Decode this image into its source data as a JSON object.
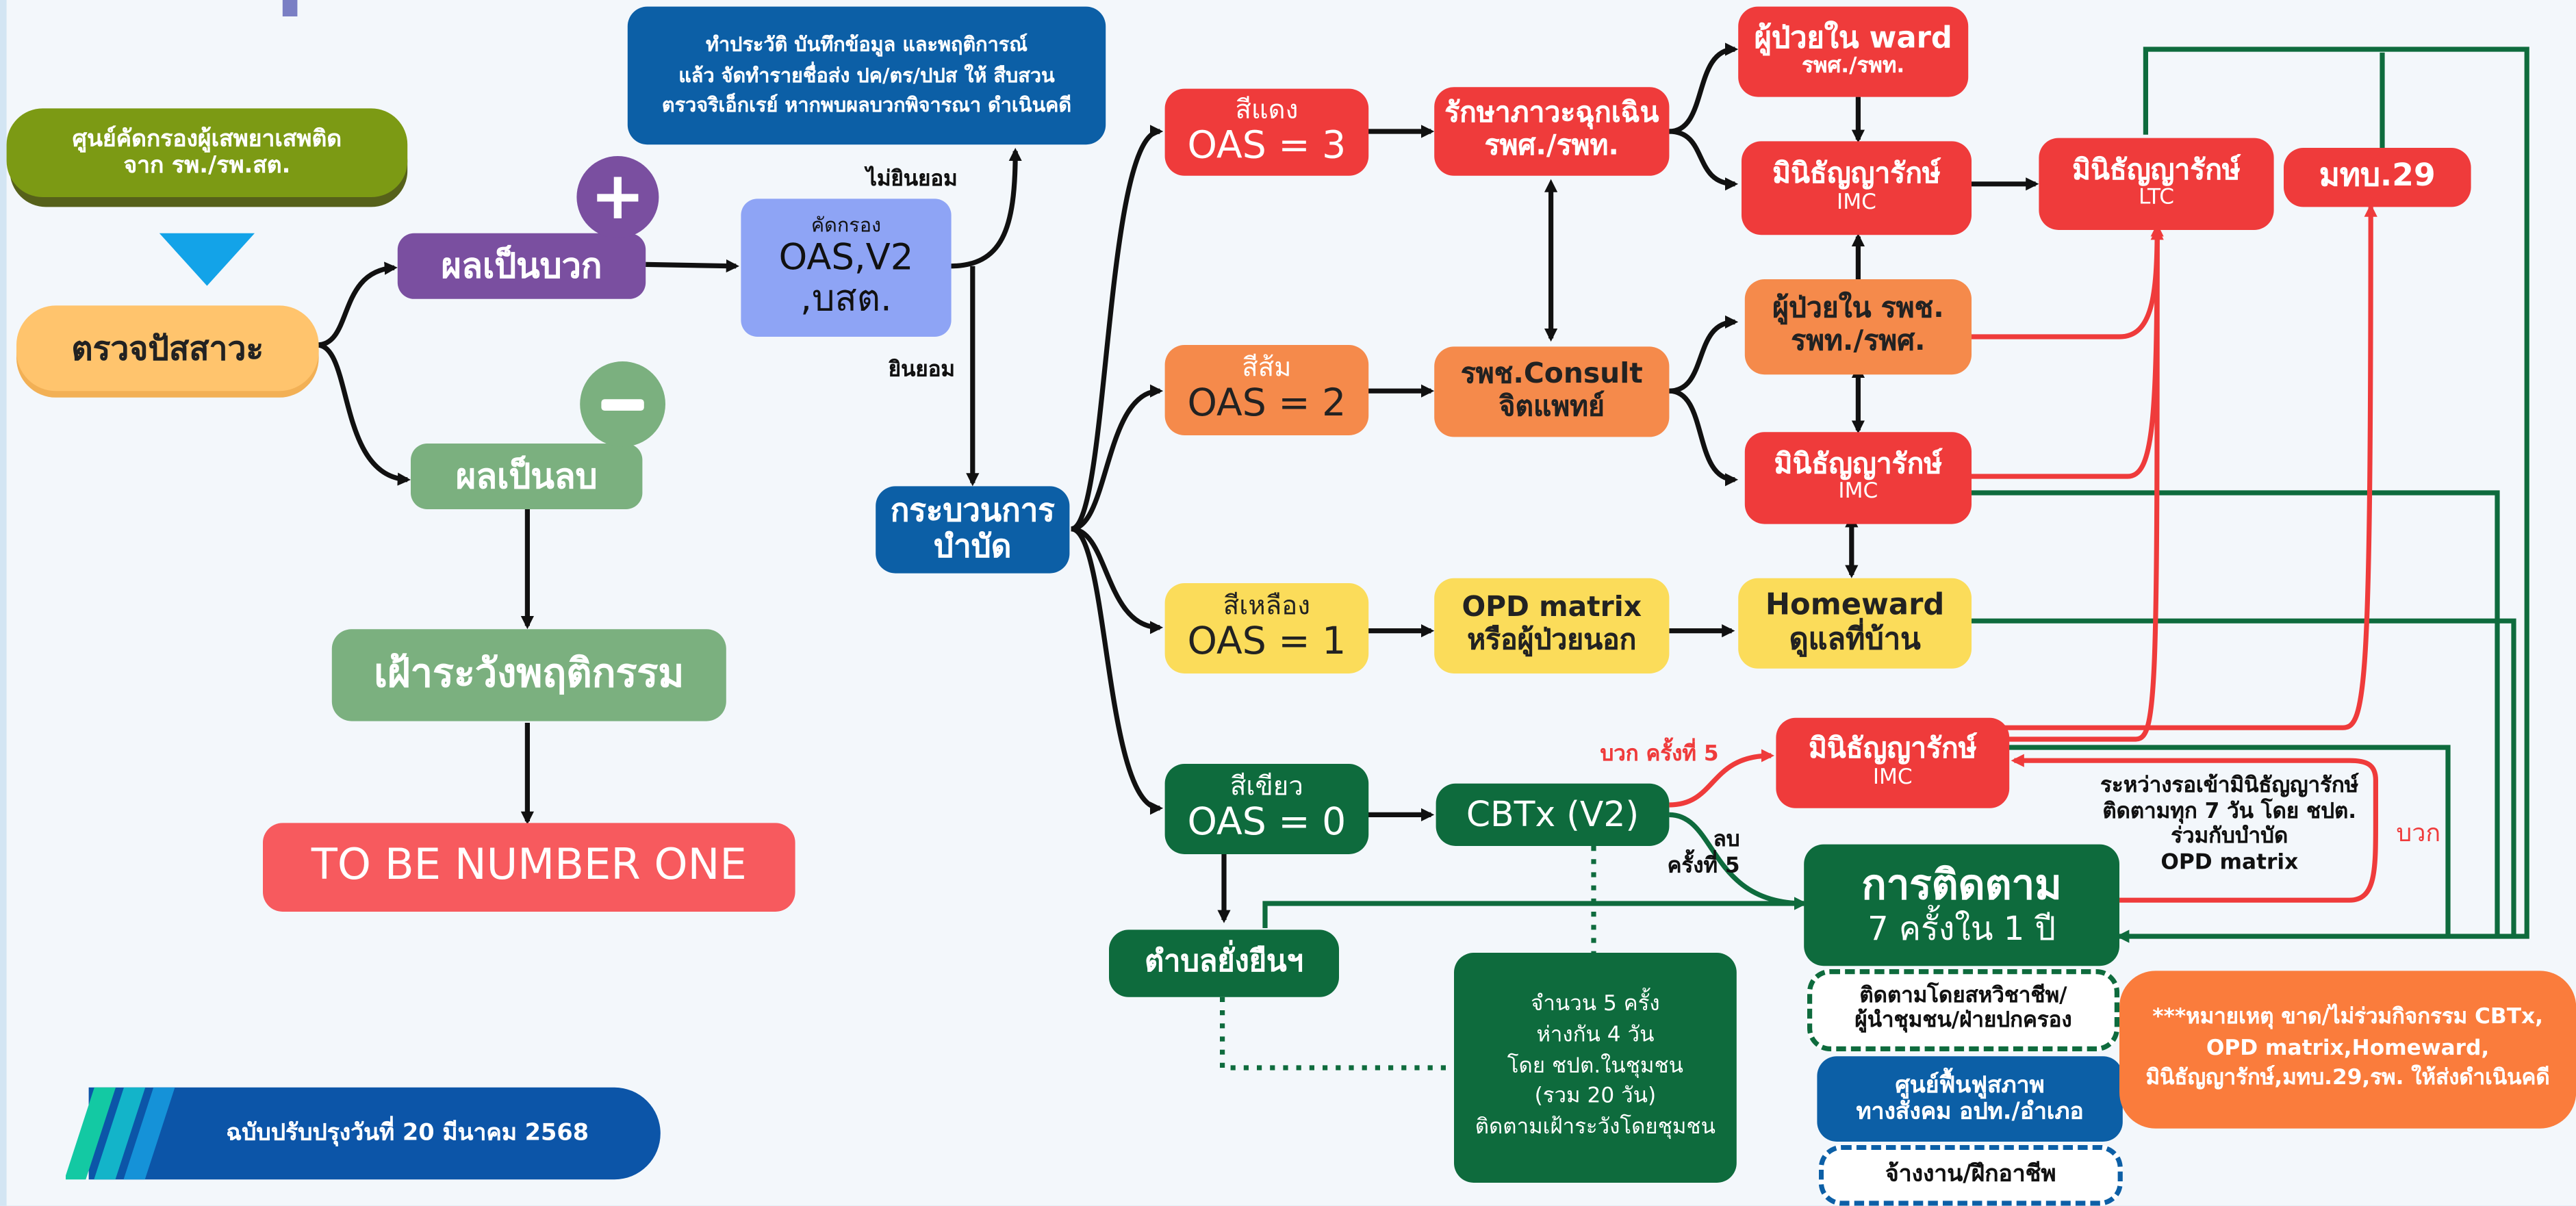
{
  "screening_center": "ศูนย์คัดกรองผู้เสพยาเสพติด\nจาก รพ./รพ.สต.",
  "urine_test": "ตรวจปัสสาวะ",
  "positive": "ผลเป็นบวก",
  "negative": "ผลเป็นลบ",
  "watch_behavior": "เฝ้าระวังพฤติกรรม",
  "to_be_number_one": "TO BE NUMBER ONE",
  "history_note": "ทำประวัติ บันทึกข้อมูล และพฤติการณ์\nแล้ว จัดทำรายชื่อส่ง ปค/ตร/ปปส ให้ สืบสวน\nตรวจริเอ็กเรย์ หากพบผลบวกพิจารณา ดำเนินคดี",
  "screen_small": "คัดกรอง",
  "screen_main": "OAS,V2\n,บสต.",
  "not_consent": "ไม่ยินยอม",
  "consent": "ยินยอม",
  "treatment_process": "กระบวนการ\nบำบัด",
  "red_label": "สีแดง",
  "red_oas": "OAS = 3",
  "orange_label": "สีส้ม",
  "orange_oas": "OAS = 2",
  "yellow_label": "สีเหลือง",
  "yellow_oas": "OAS = 1",
  "green_label": "สีเขียว",
  "green_oas": "OAS = 0",
  "emergency": "รักษาภาวะฉุกเฉิน\nรพศ./รพท.",
  "consult": "รพช.Consult\nจิตแพทย์",
  "opd": "OPD matrix\nหรือผู้ป่วยนอก",
  "cbtx": "CBTx (V2)",
  "ward_main": "ผู้ป่วยใน ward",
  "ward_sub": "รพศ./รพท.",
  "mini_main": "มินิธัญญารักษ์",
  "imc": "IMC",
  "ltc": "LTC",
  "mtb": "มทบ.29",
  "inpatient_rpch": "ผู้ป่วยใน รพช.\nรพท./รพศ.",
  "homeward": "Homeward\nดูแลที่บ้าน",
  "positive_5": "บวก ครั้งที่ 5",
  "negative_5": "ลบ\nครั้งที่ 5",
  "followup_title": "การติดตาม",
  "followup_sub": "7 ครั้งใน 1 ปี",
  "waiting_note": "ระหว่างรอเข้ามินิธัญญารักษ์\nติดตามทุก 7 วัน โดย ชปต.\nร่วมกับบำบัด\nOPD matrix",
  "positive_word": "บวก",
  "tambon": "ตำบลยั่งยืนฯ",
  "community_note": "จำนวน 5 ครั้ง\nห่างกัน 4 วัน\nโดย ชปต.ในชุมชน\n(รวม 20 วัน)\nติดตามเฝ้าระวังโดยชุมชน",
  "follow_multi": "ติดตามโดยสหวิชาชีพ/\nผู้นำชุมชน/ฝ่ายปกครอง",
  "rehab": "ศูนย์ฟื้นฟูสภาพ\nทางสังคม อปท./อำเภอ",
  "employment": "จ้างงาน/ฝึกอาชีพ",
  "remark": "***หมายเหตุ ขาด/ไม่ร่วมกิจกรรม CBTx,\nOPD matrix,Homeward,\nมินิธัญญารักษ์,มทบ.29,รพ. ให้ส่งดำเนินคดี",
  "version": "ฉบับปรับปรุงวันที่ 20 มีนาคม 2568",
  "colors": {
    "red": "#ef3b3b",
    "orange": "#f58a4b",
    "yellow": "#fbdc5a",
    "dark_green": "#0e6b3d",
    "navy": "#0c5fa6",
    "purple": "#7a4fa0",
    "light_green": "#7bb07f"
  }
}
